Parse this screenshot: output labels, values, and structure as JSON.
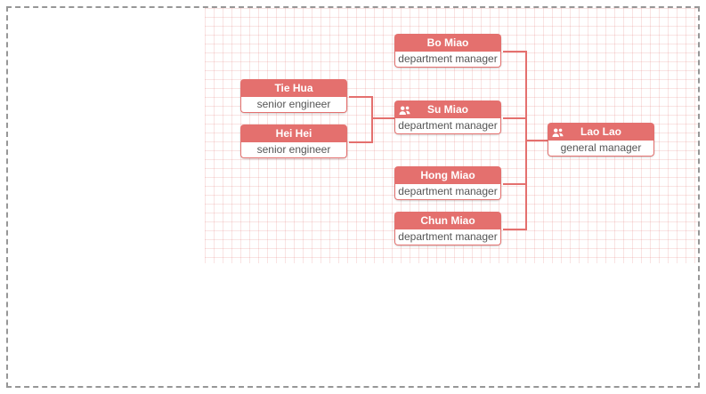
{
  "org": {
    "nodes": [
      {
        "name": "Bo Miao",
        "role": "department manager"
      },
      {
        "name": "Su Miao",
        "role": "department manager",
        "icon": "users-icon"
      },
      {
        "name": "Hong Miao",
        "role": "department manager"
      },
      {
        "name": "Chun Miao",
        "role": "department manager"
      },
      {
        "name": "Tie Hua",
        "role": "senior engineer"
      },
      {
        "name": "Hei Hei",
        "role": "senior engineer"
      },
      {
        "name": "Lao Lao",
        "role": "general manager",
        "icon": "users-icon"
      }
    ],
    "hierarchy": {
      "name": "Lao Lao",
      "children": [
        {
          "name": "Bo Miao"
        },
        {
          "name": "Su Miao",
          "children": [
            {
              "name": "Tie Hua"
            },
            {
              "name": "Hei Hei"
            }
          ]
        },
        {
          "name": "Hong Miao"
        },
        {
          "name": "Chun Miao"
        }
      ]
    },
    "colors": {
      "node_accent": "#e4706e",
      "connector": "#e4706e",
      "grid_line": "#f6dcdb",
      "content_text": "#555555",
      "dashed_border": "#979797"
    }
  }
}
